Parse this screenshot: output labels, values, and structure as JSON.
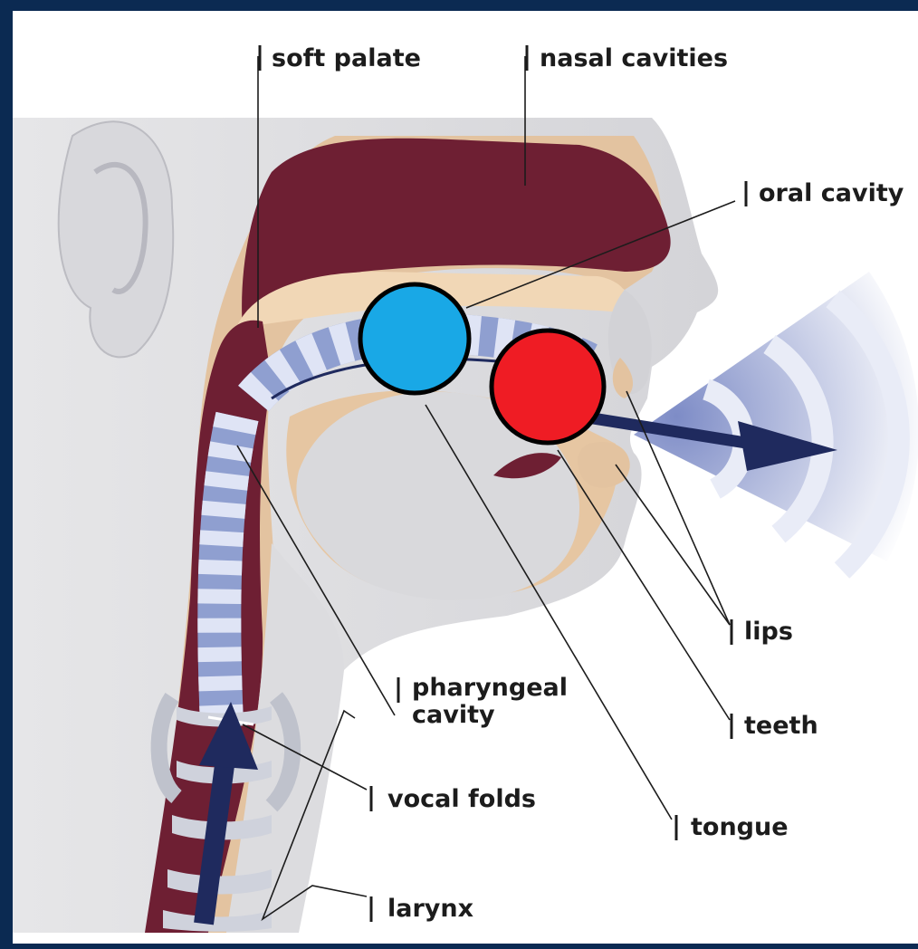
{
  "labels": {
    "soft_palate": "soft palate",
    "nasal_cavities": "nasal cavities",
    "oral_cavity": "oral cavity",
    "lips": "lips",
    "pharyngeal_line1": "pharyngeal",
    "pharyngeal_line2": "cavity",
    "teeth": "teeth",
    "vocal_folds": "vocal folds",
    "tongue": "tongue",
    "larynx": "larynx"
  },
  "colors": {
    "border": "#0b2a52",
    "tissue_dark": "#6e1f33",
    "tissue_light": "#e8c9a8",
    "airway_blue": "#8f9fd0",
    "airway_pale": "#dfe4f5",
    "arrow": "#1f2a5e",
    "marker_blue": "#19a8e6",
    "marker_red": "#ef1c24"
  }
}
